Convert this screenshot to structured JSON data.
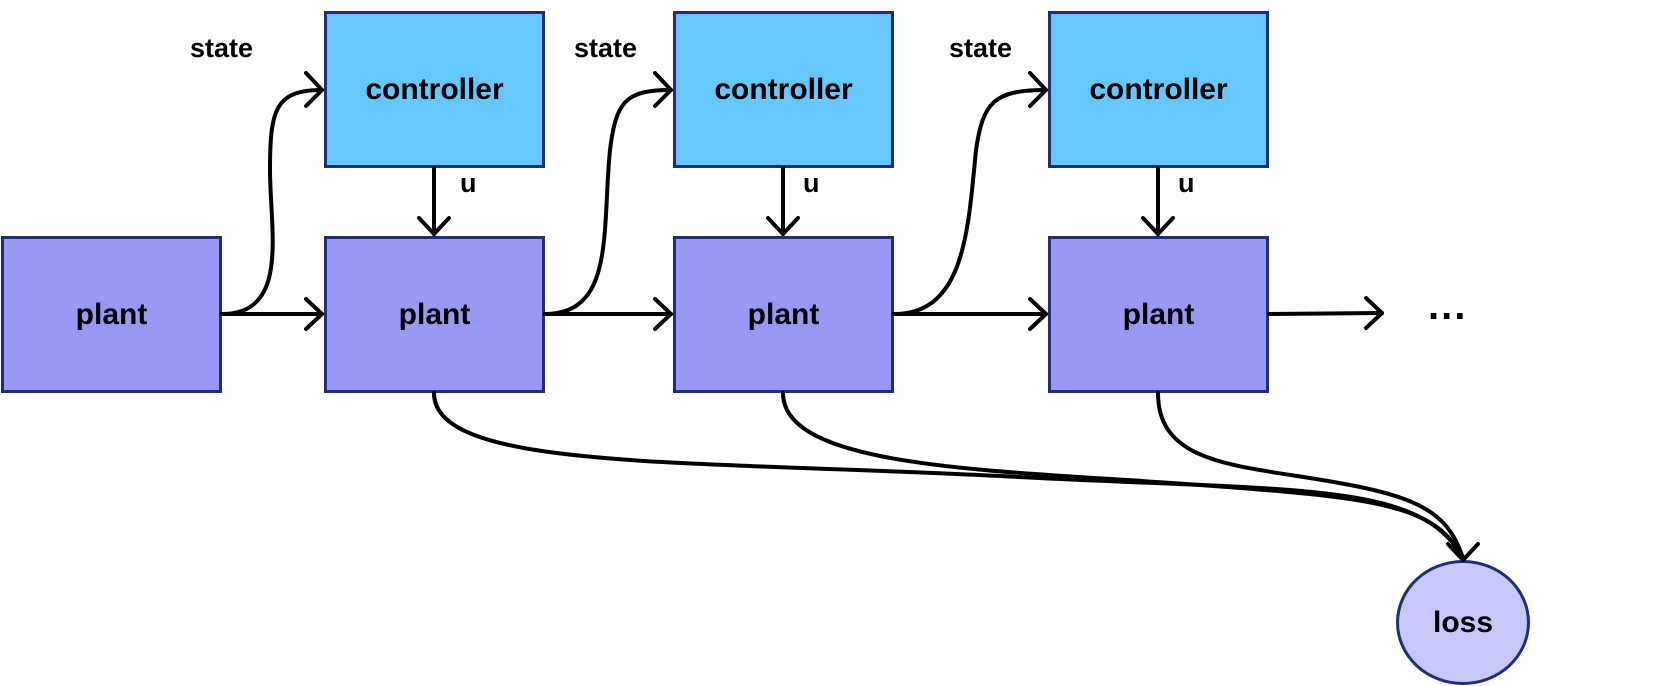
{
  "colors": {
    "plant": "#9999f5",
    "controller": "#66c8fa",
    "loss": "#c8c8f8",
    "border": "#1f2d7a"
  },
  "labels": {
    "plant": "plant",
    "controller": "controller",
    "loss": "loss",
    "state": "state",
    "u": "u",
    "ellipsis": "..."
  }
}
